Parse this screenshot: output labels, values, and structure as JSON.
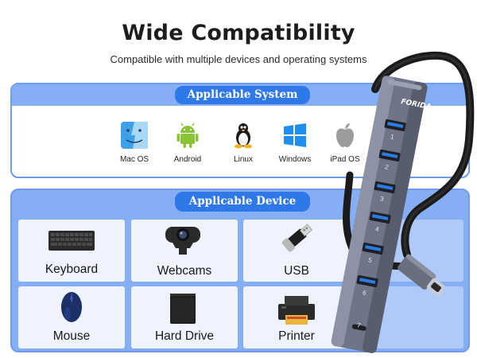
{
  "header": {
    "title": "Wide Compatibility",
    "subtitle": "Compatible with multiple devices and operating systems"
  },
  "system": {
    "heading": "Applicable System",
    "items": [
      {
        "label": "Mac OS",
        "icon": "finder-icon"
      },
      {
        "label": "Android",
        "icon": "android-icon"
      },
      {
        "label": "Linux",
        "icon": "tux-icon"
      },
      {
        "label": "Windows",
        "icon": "windows-icon"
      },
      {
        "label": "iPad OS",
        "icon": "apple-icon"
      }
    ]
  },
  "device": {
    "heading": "Applicable Device",
    "items": [
      {
        "label": "Keyboard",
        "icon": "keyboard-icon"
      },
      {
        "label": "Webcams",
        "icon": "webcam-icon"
      },
      {
        "label": "USB",
        "icon": "usb-drive-icon"
      },
      {
        "label": "Mouse",
        "icon": "mouse-icon"
      },
      {
        "label": "Hard Drive",
        "icon": "hard-drive-icon"
      },
      {
        "label": "Printer",
        "icon": "printer-icon"
      }
    ]
  },
  "hub": {
    "brand": "FORIDA",
    "ports": [
      "1",
      "2",
      "3",
      "4",
      "5",
      "6",
      "7"
    ]
  },
  "colors": {
    "accent": "#2f78ea",
    "band": "#86aef4",
    "border": "#6d9cf0",
    "tile": "#eef3fd"
  }
}
